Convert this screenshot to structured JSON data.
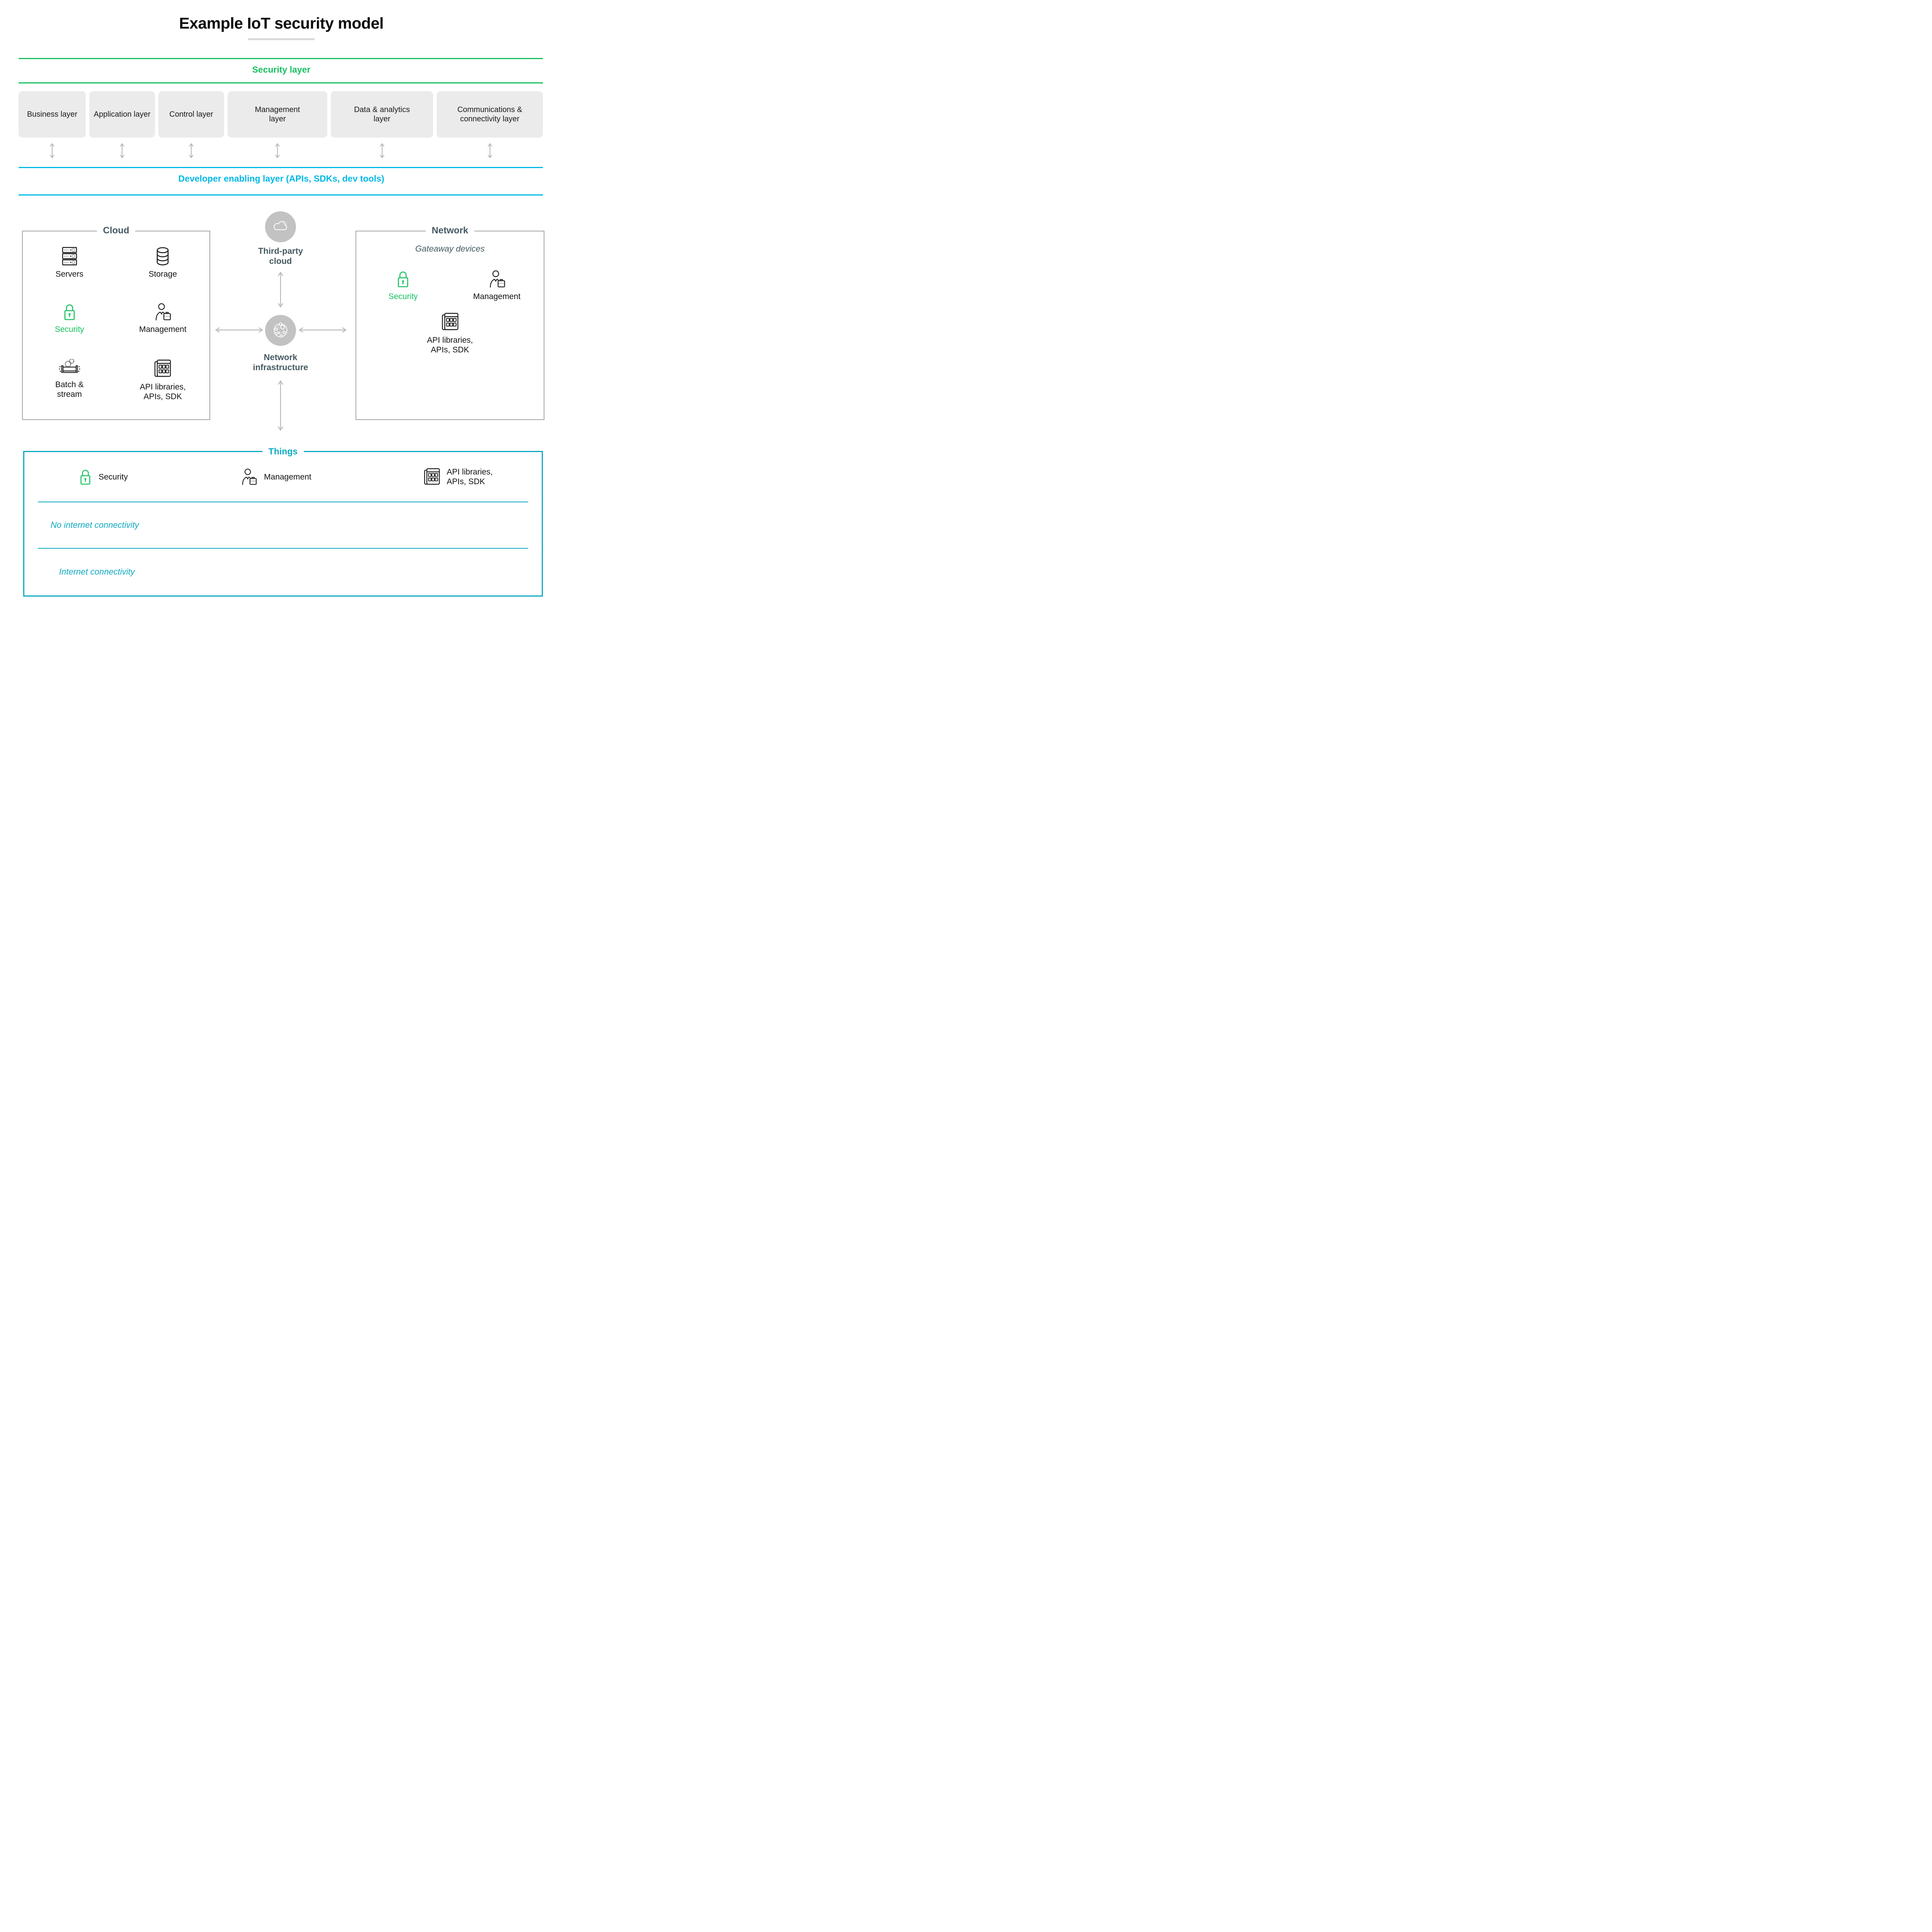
{
  "title": "Example IoT security model",
  "colors": {
    "green": "#16c05f",
    "cyan": "#00b9e6",
    "teal": "#0ea9c2",
    "slate": "#465a63",
    "layer_box_fill": "#ebebeb",
    "arrow_gray": "#b5b5b5",
    "circle_gray": "#c2c2c2"
  },
  "security_layer": {
    "label": "Security layer"
  },
  "layer_boxes": [
    {
      "label": "Business layer"
    },
    {
      "label": "Application layer"
    },
    {
      "label": "Control layer"
    },
    {
      "label": "Management layer"
    },
    {
      "label": "Data & analytics layer"
    },
    {
      "label": "Communications & connectivity layer"
    }
  ],
  "developer_layer": {
    "label": "Developer enabling layer (APIs, SDKs, dev tools)"
  },
  "cloud": {
    "title": "Cloud",
    "items": [
      {
        "label": "Servers",
        "icon": "servers-icon"
      },
      {
        "label": "Storage",
        "icon": "storage-icon"
      },
      {
        "label": "Security",
        "icon": "lock-icon"
      },
      {
        "label": "Management",
        "icon": "management-icon"
      },
      {
        "label": "Batch & stream",
        "icon": "batch-stream-icon"
      },
      {
        "label": "API libraries, APIs, SDK",
        "icon": "api-icon"
      }
    ]
  },
  "center": {
    "third_party_cloud": {
      "label": "Third-party cloud",
      "icon": "cloud-icon"
    },
    "network_infrastructure": {
      "label": "Network infrastructure",
      "icon": "network-nodes-icon"
    }
  },
  "network": {
    "title": "Network",
    "subtitle": "Gateaway devices",
    "items": [
      {
        "label": "Security",
        "icon": "lock-icon"
      },
      {
        "label": "Management",
        "icon": "management-icon"
      },
      {
        "label": "API libraries, APIs, SDK",
        "icon": "api-icon"
      }
    ]
  },
  "things": {
    "title": "Things",
    "items": [
      {
        "label": "Security",
        "icon": "lock-icon"
      },
      {
        "label": "Management",
        "icon": "management-icon"
      },
      {
        "label": "API libraries, APIs, SDK",
        "icon": "api-icon"
      }
    ],
    "bands": [
      {
        "label": "No internet connectivity"
      },
      {
        "label": "Internet connectivity"
      }
    ]
  }
}
